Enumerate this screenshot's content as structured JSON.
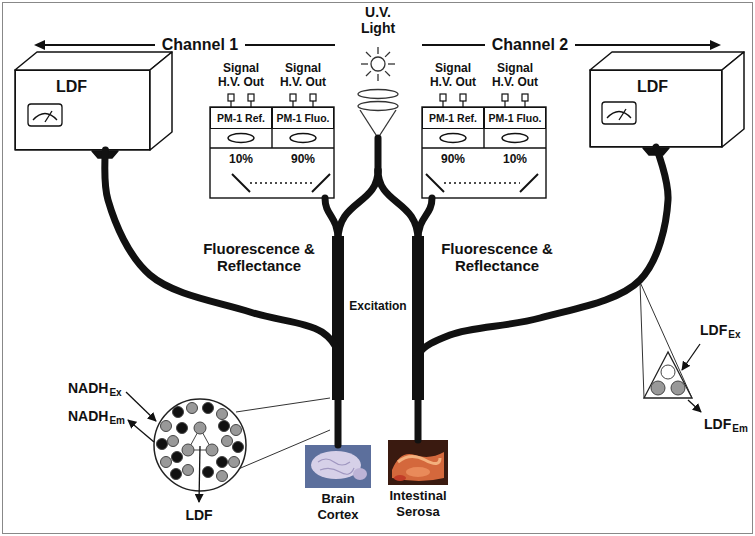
{
  "diagram": {
    "nodes": [
      {
        "text": [
          "LDF"
        ]
      },
      {
        "text": [
          "PM-1 Ref."
        ]
      },
      {
        "text": [
          "PM-1 Fluo."
        ]
      },
      {
        "text": [
          "PM-1 Ref."
        ]
      },
      {
        "text": [
          "PM-1 Fluo."
        ]
      },
      {
        "text": [
          "LDF"
        ]
      },
      {
        "text": [
          "Brain Cortex"
        ]
      },
      {
        "text": [
          "Intestinal Serosa"
        ]
      }
    ],
    "edges": [
      {
        "from": 0,
        "to": 6,
        "arrow": "none"
      },
      {
        "from": 5,
        "to": 7,
        "arrow": "none"
      }
    ],
    "labels": [
      "Channel 1",
      "U.V. Light",
      "Channel 2",
      "Signal H.V. Out",
      "Signal H.V. Out",
      "Signal H.V. Out",
      "Signal H.V. Out",
      "10%",
      "90%",
      "90%",
      "10%",
      "Fluorescence & Reflectance",
      "Excitation",
      "Fluorescence & Reflectance",
      "NADH",
      "Ex",
      "NADH",
      "Em",
      "LDF",
      "LDF",
      "Ex",
      "LDF",
      "Em"
    ]
  }
}
